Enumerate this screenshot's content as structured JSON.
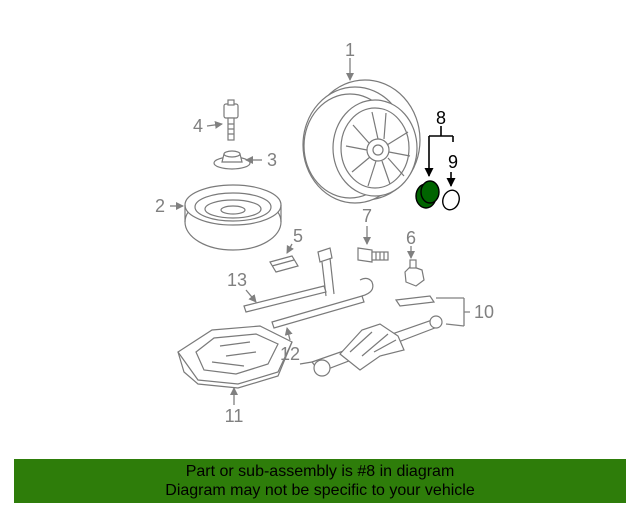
{
  "callouts": {
    "c1": "1",
    "c2": "2",
    "c3": "3",
    "c4": "4",
    "c5": "5",
    "c6": "6",
    "c7": "7",
    "c8": "8",
    "c9": "9",
    "c10": "10",
    "c11": "11",
    "c12": "12",
    "c13": "13"
  },
  "highlight_color": "#006400",
  "banner": {
    "line1": "Part or sub-assembly is #8 in diagram",
    "line2": "Diagram may not be specific to your vehicle",
    "color": "#2e7d0a"
  }
}
